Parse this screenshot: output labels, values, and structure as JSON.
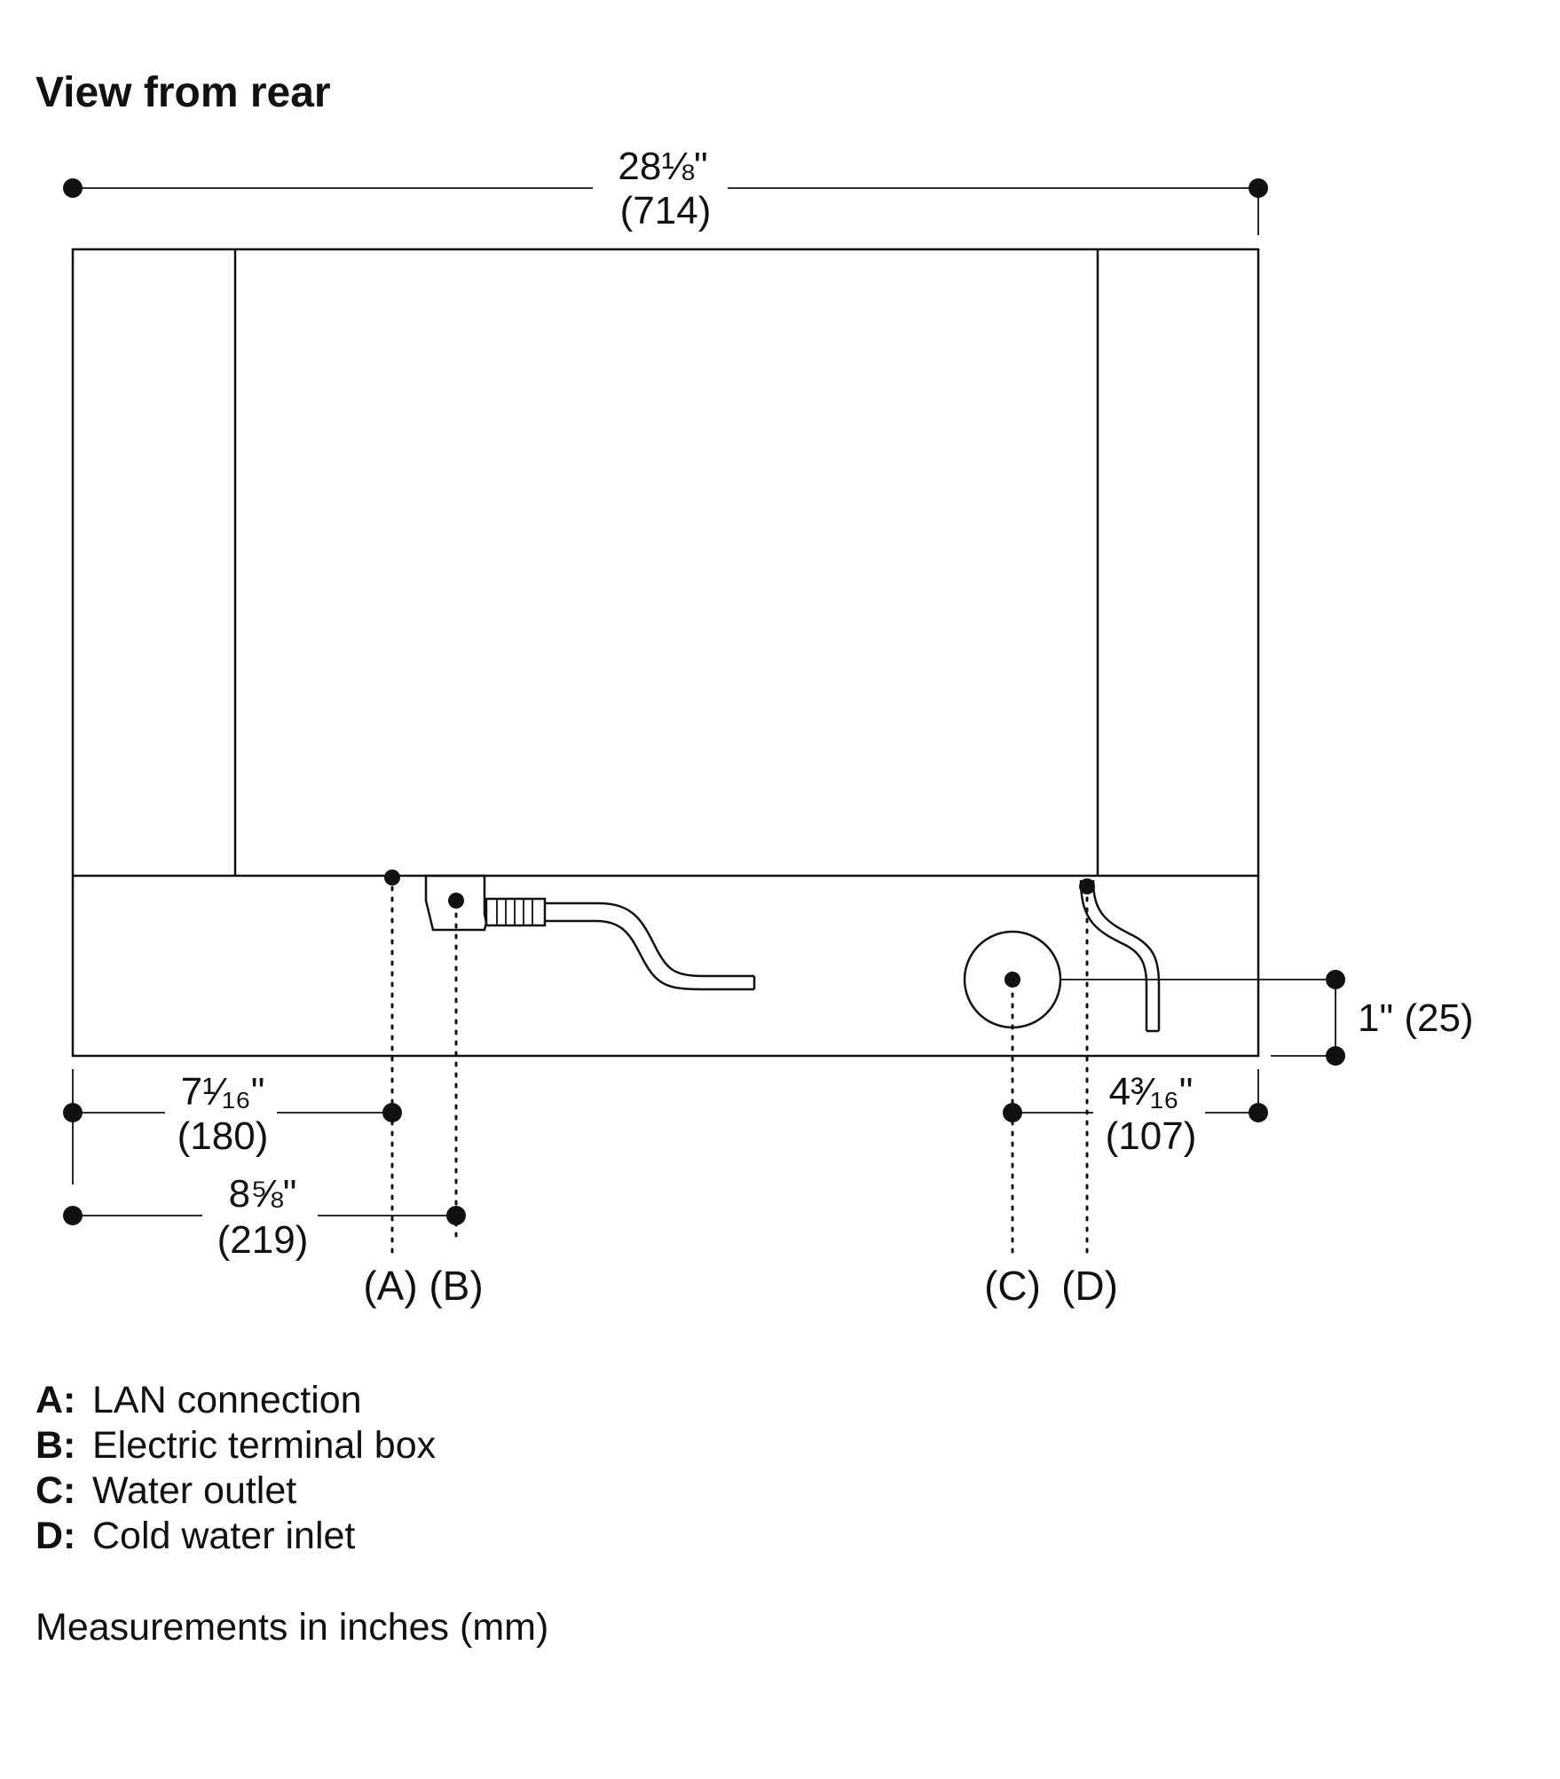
{
  "title": "View from rear",
  "dimensions": {
    "width_in": "28⅛\"",
    "width_mm": "(714)",
    "a_in": "7¹⁄₁₆\"",
    "a_mm": "(180)",
    "b_in": "8⅝\"",
    "b_mm": "(219)",
    "d_in": "4³⁄₁₆\"",
    "d_mm": "(107)",
    "c_height": "1\" (25)"
  },
  "markers": {
    "a": "(A)",
    "b": "(B)",
    "c": "(C)",
    "d": "(D)"
  },
  "legend": [
    {
      "key": "A:",
      "label": "LAN connection"
    },
    {
      "key": "B:",
      "label": "Electric terminal box"
    },
    {
      "key": "C:",
      "label": "Water outlet"
    },
    {
      "key": "D:",
      "label": "Cold water inlet"
    }
  ],
  "note": "Measurements in inches (mm)"
}
